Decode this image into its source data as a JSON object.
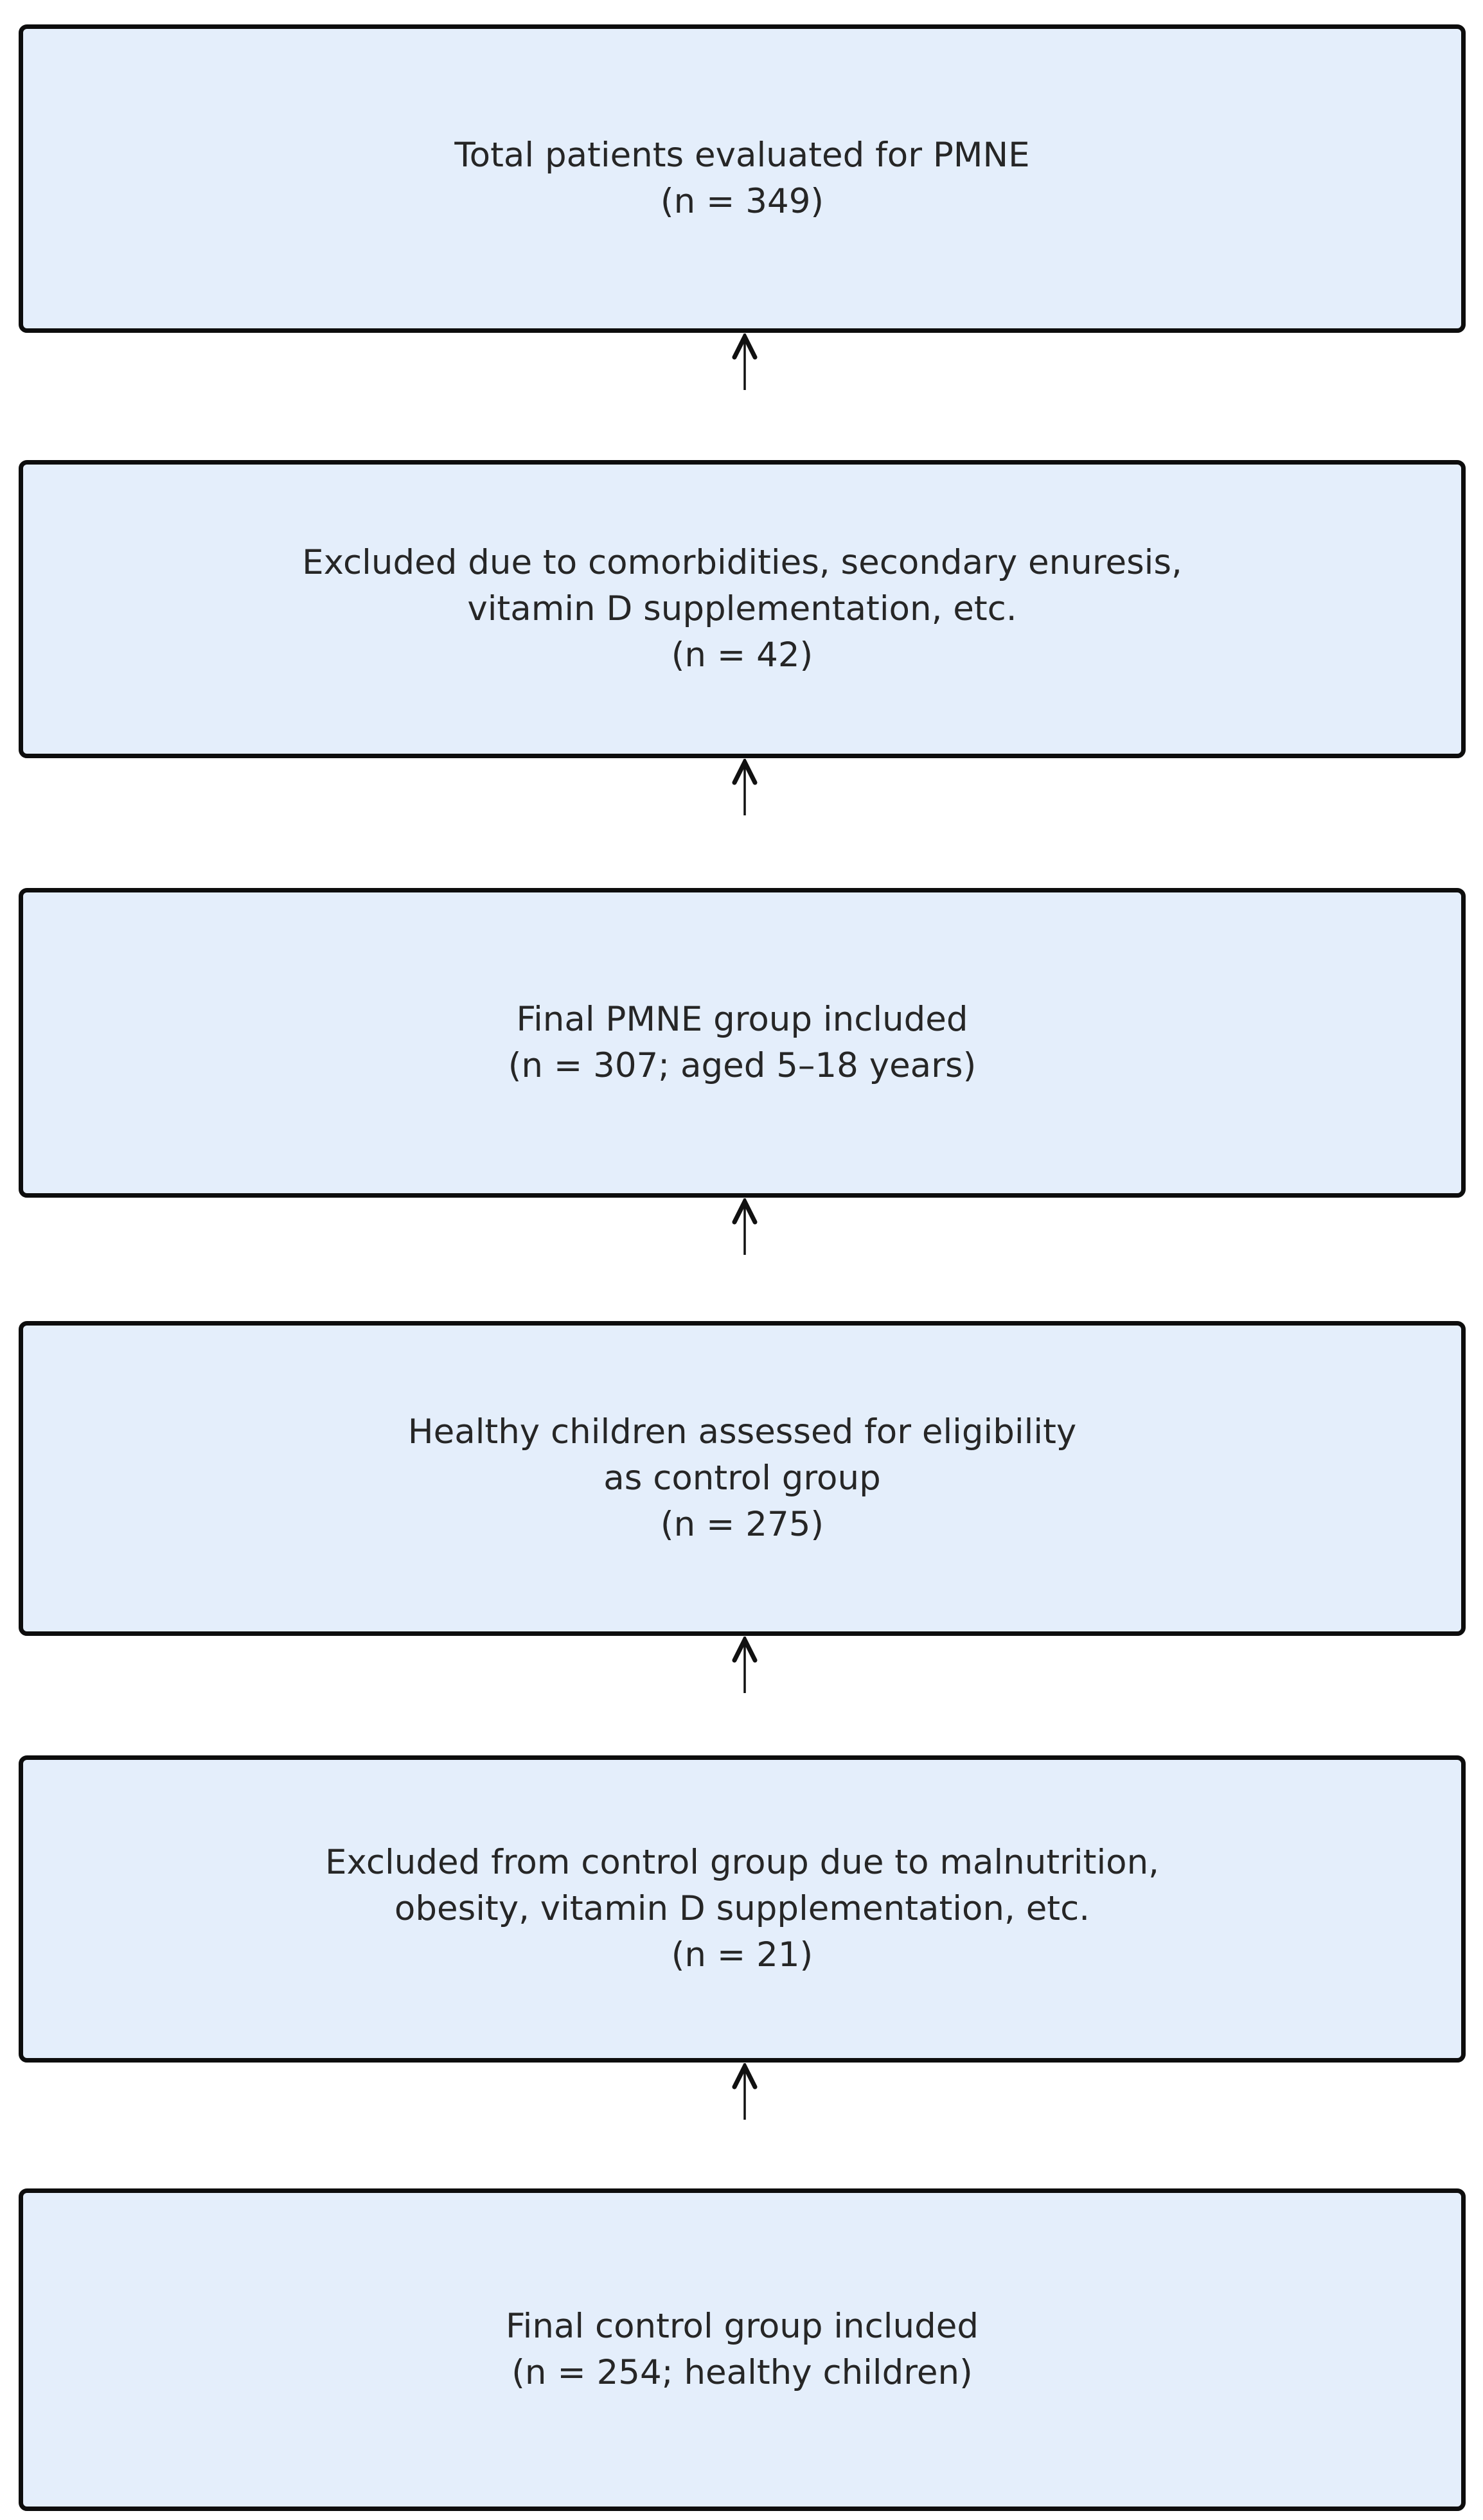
{
  "diagram": {
    "type": "flowchart",
    "description": "Study enrollment flow diagram with six stacked boxes connected by upward-pointing arrows",
    "arrow_direction": "up",
    "colors": {
      "box_fill": "#e4eefb",
      "box_border": "#0d0d0d",
      "text": "#262626",
      "arrow": "#111111",
      "background": "#ffffff"
    },
    "boxes": [
      {
        "id": "total-patients",
        "lines": [
          "Total patients evaluated for PMNE",
          "(n = 349)"
        ]
      },
      {
        "id": "excluded-pmne",
        "lines": [
          "Excluded due to comorbidities, secondary enuresis,",
          "vitamin D supplementation, etc.",
          "(n = 42)"
        ]
      },
      {
        "id": "final-pmne-group",
        "lines": [
          "Final PMNE group included",
          "(n = 307; aged 5–18 years)"
        ]
      },
      {
        "id": "control-assessed",
        "lines": [
          "Healthy children assessed for eligibility",
          "as control group",
          "(n = 275)"
        ]
      },
      {
        "id": "excluded-control",
        "lines": [
          "Excluded from control group due to malnutrition,",
          "obesity, vitamin D supplementation, etc.",
          "(n = 21)"
        ]
      },
      {
        "id": "final-control-group",
        "lines": [
          "Final control group included",
          "(n = 254; healthy children)"
        ]
      }
    ]
  }
}
